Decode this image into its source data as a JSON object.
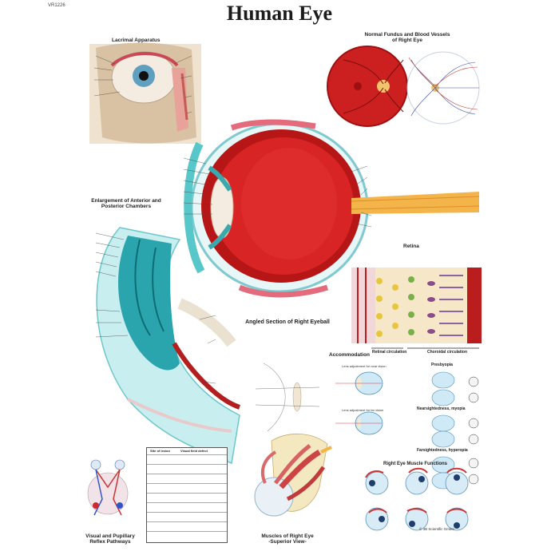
{
  "code": "VR1226",
  "title": "Human Eye",
  "sections": {
    "lacrimal": "Lacrimal Apparatus",
    "fundus_line1": "Normal Fundus and Blood Vessels",
    "fundus_line2": "of Right Eye",
    "chambers_line1": "Enlargement of Anterior and",
    "chambers_line2": "Posterior Chambers",
    "angled": "Angled Section of Right Eyeball",
    "retina": "Retina",
    "retinal_circulation": "Retinal circulation",
    "choroidal_circulation": "Choroidal circulation",
    "accommodation": "Accommodation",
    "presbyopia": "Presbyopia",
    "nearsightedness": "Nearsightedness, myopia",
    "farsightedness": "Farsightedness, hyperopia",
    "muscle_functions": "Right Eye Muscle Functions",
    "visual_line1": "Visual and Pupillary",
    "visual_line2": "Reflex Pathways",
    "muscles_line1": "Muscles of Right Eye",
    "muscles_line2": "-Superior View-",
    "lens_near": "Lens adjustment for near vision",
    "lens_far": "Lens adjustment for far vision",
    "visual_field_defect": "Visual field defect",
    "site_of_lesion": "Site of lesion"
  },
  "publisher": "© 3B Scientific GmbH",
  "colors": {
    "sclera": "#e8f4f6",
    "choroid": "#b01818",
    "vitreous": "#d42020",
    "nerve": "#f3b54a",
    "cornea": "#58c7c9"
  }
}
